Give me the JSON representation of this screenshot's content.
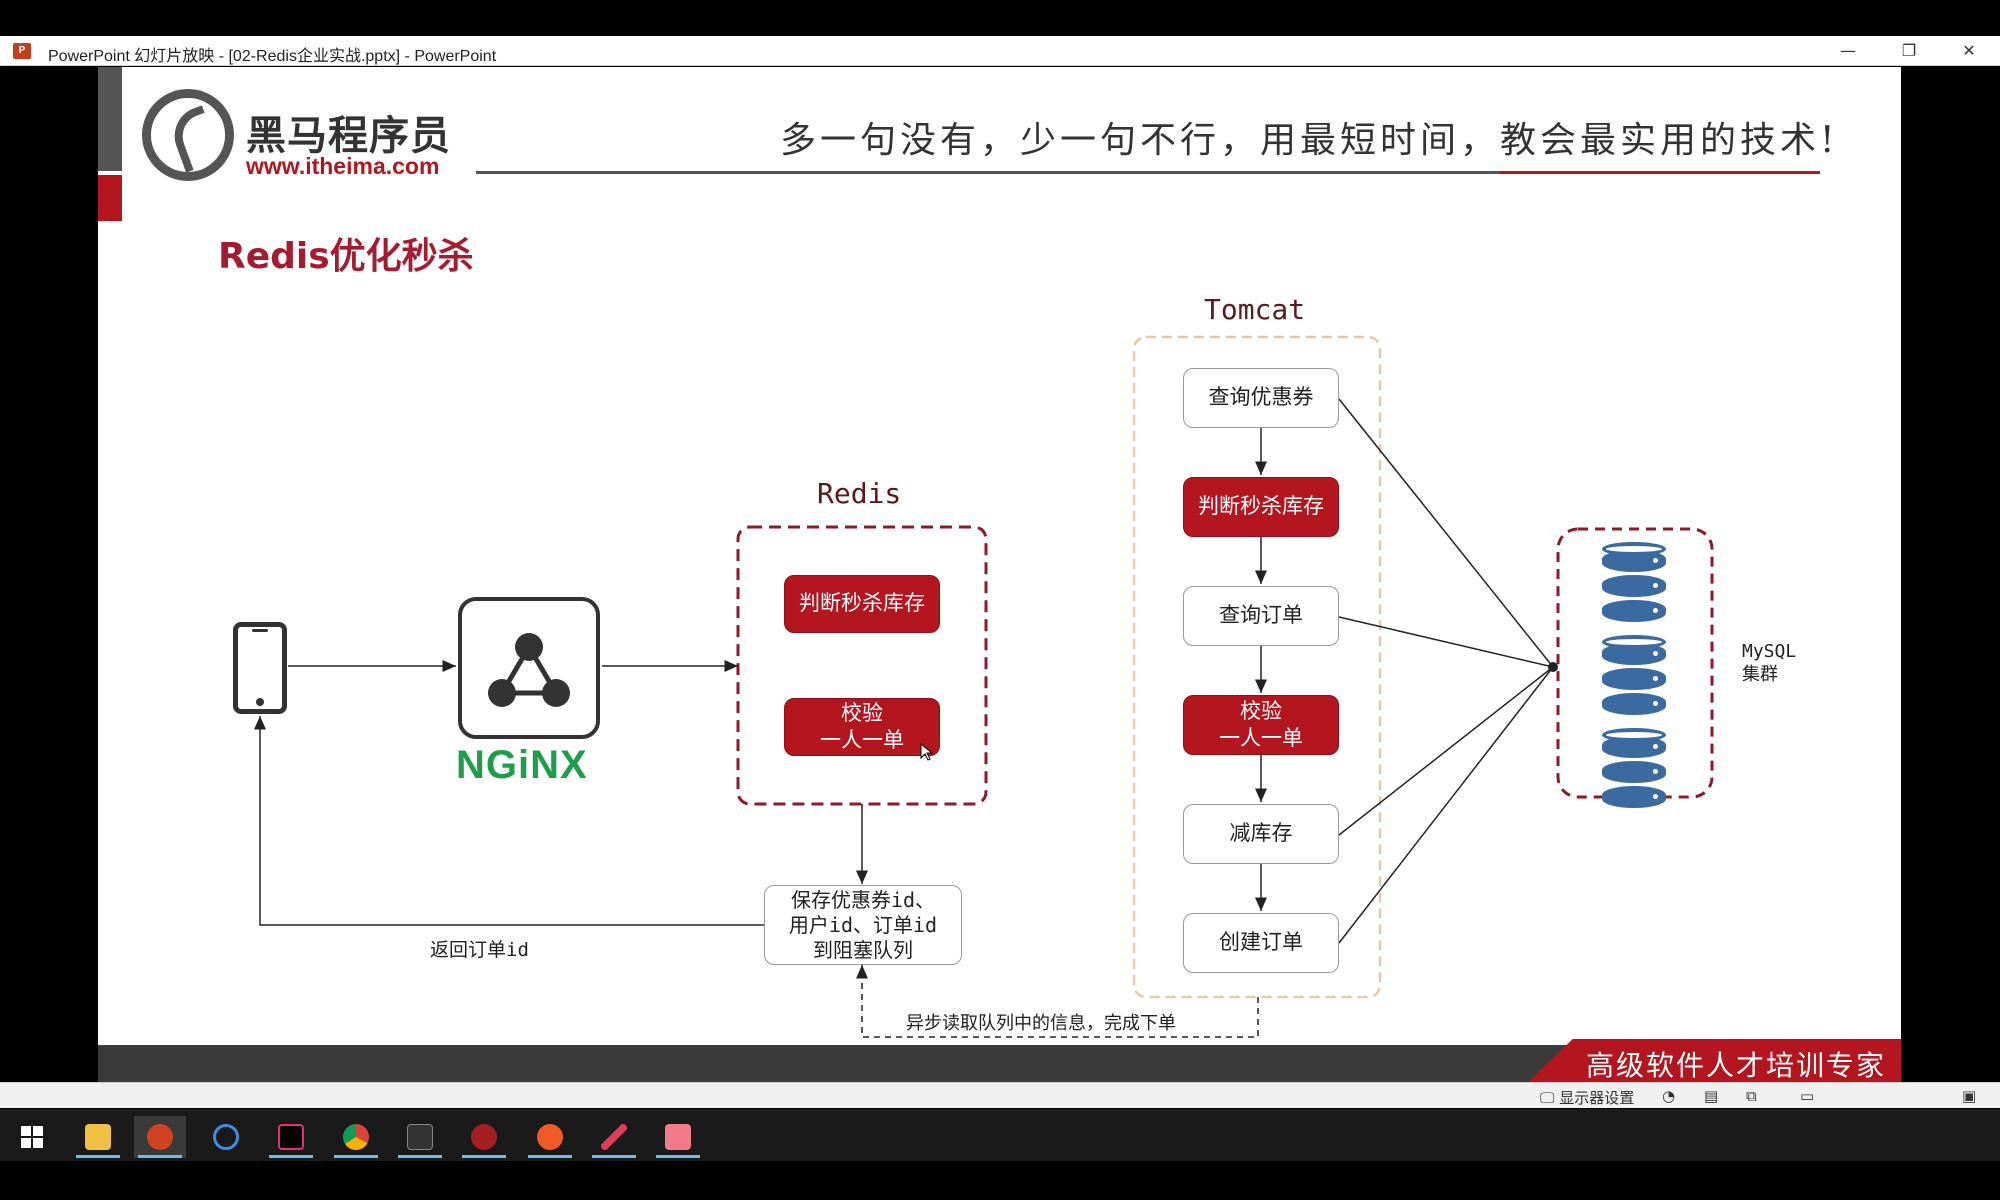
{
  "window": {
    "title": "PowerPoint 幻灯片放映 - [02-Redis企业实战.pptx] - PowerPoint",
    "app_icon_label": "P",
    "minimize_glyph": "—",
    "maximize_glyph": "❐",
    "close_glyph": "✕"
  },
  "slide": {
    "brand_cn": "黑马程序员",
    "brand_url": "www.itheima.com",
    "slogan": "多一句没有，少一句不行，用最短时间，教会最实用的技术!",
    "title": "Redis优化秒杀",
    "footer": "高级软件人才培训专家",
    "colors": {
      "accent_red": "#b3161e",
      "title_red": "#a51c30",
      "nginx_green": "#1e9e4a",
      "db_blue": "#3b6aa0"
    }
  },
  "diagram": {
    "nginx_label": "NGiNX",
    "redis": {
      "label": "Redis",
      "check_stock": "判断秒杀库存",
      "verify_line1": "校验",
      "verify_line2": "一人一单"
    },
    "queue": {
      "line1": "保存优惠券id、",
      "line2": "用户id、订单id",
      "line3": "到阻塞队列"
    },
    "return_label": "返回订单id",
    "async_label": "异步读取队列中的信息，完成下单",
    "tomcat": {
      "label": "Tomcat",
      "steps": {
        "query_coupon": "查询优惠券",
        "check_stock": "判断秒杀库存",
        "query_order": "查询订单",
        "verify_line1": "校验",
        "verify_line2": "一人一单",
        "reduce_stock": "减库存",
        "create_order": "创建订单"
      }
    },
    "mysql": {
      "line1": "MySQL",
      "line2": "集群"
    }
  },
  "statusbar": {
    "display_settings": "显示器设置"
  },
  "taskbar": {
    "apps": [
      "windows-start",
      "file-explorer",
      "powerpoint",
      "app-blue-circle",
      "intellij-idea",
      "chrome",
      "terminal",
      "redis-desktop",
      "postman",
      "editor",
      "app-pink"
    ]
  }
}
